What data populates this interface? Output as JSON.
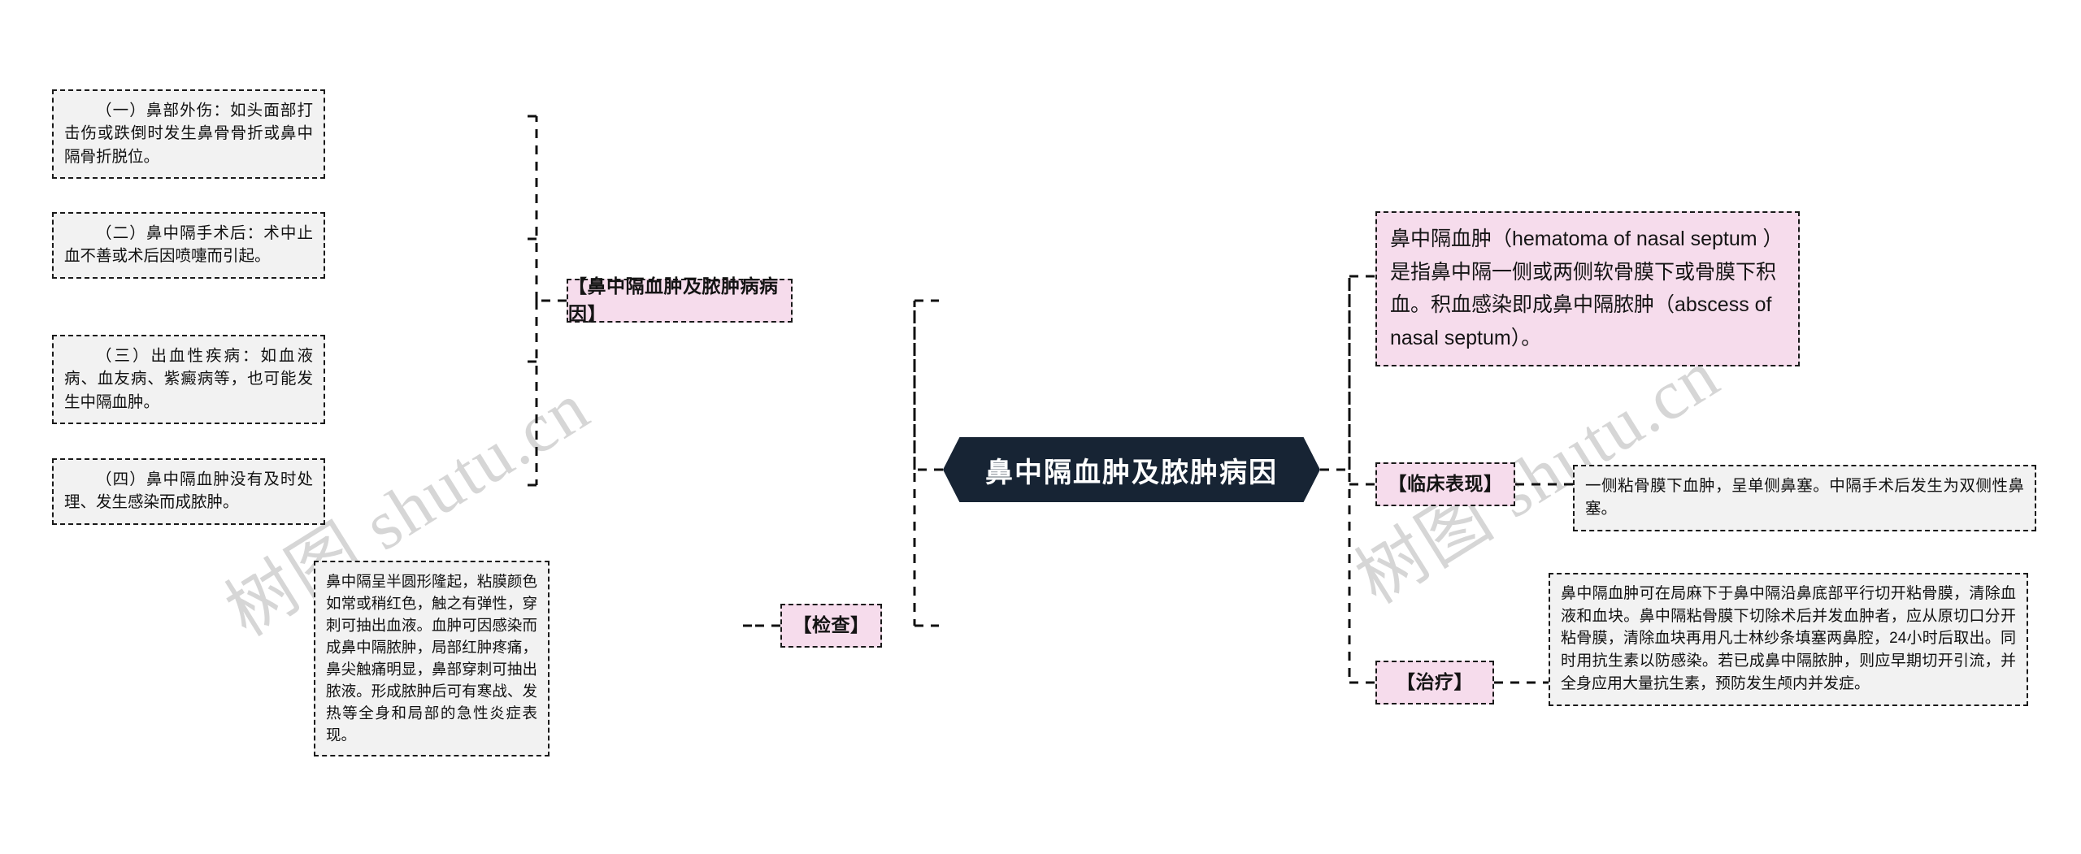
{
  "diagram": {
    "title": "鼻中隔血肿及脓肿病因",
    "type": "mindmap",
    "watermark_left": "树图 shutu.cn",
    "watermark_right": "树图 shutu.cn",
    "colors": {
      "root_fill": "#172434",
      "root_text": "#ffffff",
      "category_fill": "#f6dcec",
      "leaf_fill": "#f2f2f2",
      "border": "#1a1a1a",
      "text": "#111111",
      "watermark": "#cfcfcf",
      "background": "#ffffff"
    }
  },
  "root": {
    "label": "鼻中隔血肿及脓肿病因"
  },
  "left_branch": {
    "category": {
      "label": "【鼻中隔血肿及脓肿病病因】",
      "children": [
        {
          "label": "（一）鼻部外伤：如头面部打击伤或跌倒时发生鼻骨骨折或鼻中隔骨折脱位。"
        },
        {
          "label": "（二）鼻中隔手术后：术中止血不善或术后因喷嚏而引起。"
        },
        {
          "label": "（三）出血性疾病：如血液病、血友病、紫癜病等，也可能发生中隔血肿。"
        },
        {
          "label": "（四）鼻中隔血肿没有及时处理、发生感染而成脓肿。"
        }
      ]
    },
    "examination": {
      "label": "【检查】",
      "children": [
        {
          "label": "鼻中隔呈半圆形隆起，粘膜颜色如常或稍红色，触之有弹性，穿刺可抽出血液。血肿可因感染而成鼻中隔脓肿，局部红肿疼痛，鼻尖触痛明显，鼻部穿刺可抽出脓液。形成脓肿后可有寒战、发热等全身和局部的急性炎症表现。"
        }
      ]
    }
  },
  "right_branch": {
    "definition": {
      "label": "鼻中隔血肿（hematoma of nasal septum ）是指鼻中隔一侧或两侧软骨膜下或骨膜下积血。积血感染即成鼻中隔脓肿（abscess of nasal septum）。"
    },
    "clinical": {
      "label": "【临床表现】",
      "children": [
        {
          "label": "一侧粘骨膜下血肿，呈单侧鼻塞。中隔手术后发生为双侧性鼻塞。"
        }
      ]
    },
    "treatment": {
      "label": "【治疗】",
      "children": [
        {
          "label": "鼻中隔血肿可在局麻下于鼻中隔沿鼻底部平行切开粘骨膜，清除血液和血块。鼻中隔粘骨膜下切除术后并发血肿者，应从原切口分开粘骨膜，清除血块再用凡士林纱条填塞两鼻腔，24小时后取出。同时用抗生素以防感染。若已成鼻中隔脓肿，则应早期切开引流，并全身应用大量抗生素，预防发生颅内并发症。"
        }
      ]
    }
  }
}
